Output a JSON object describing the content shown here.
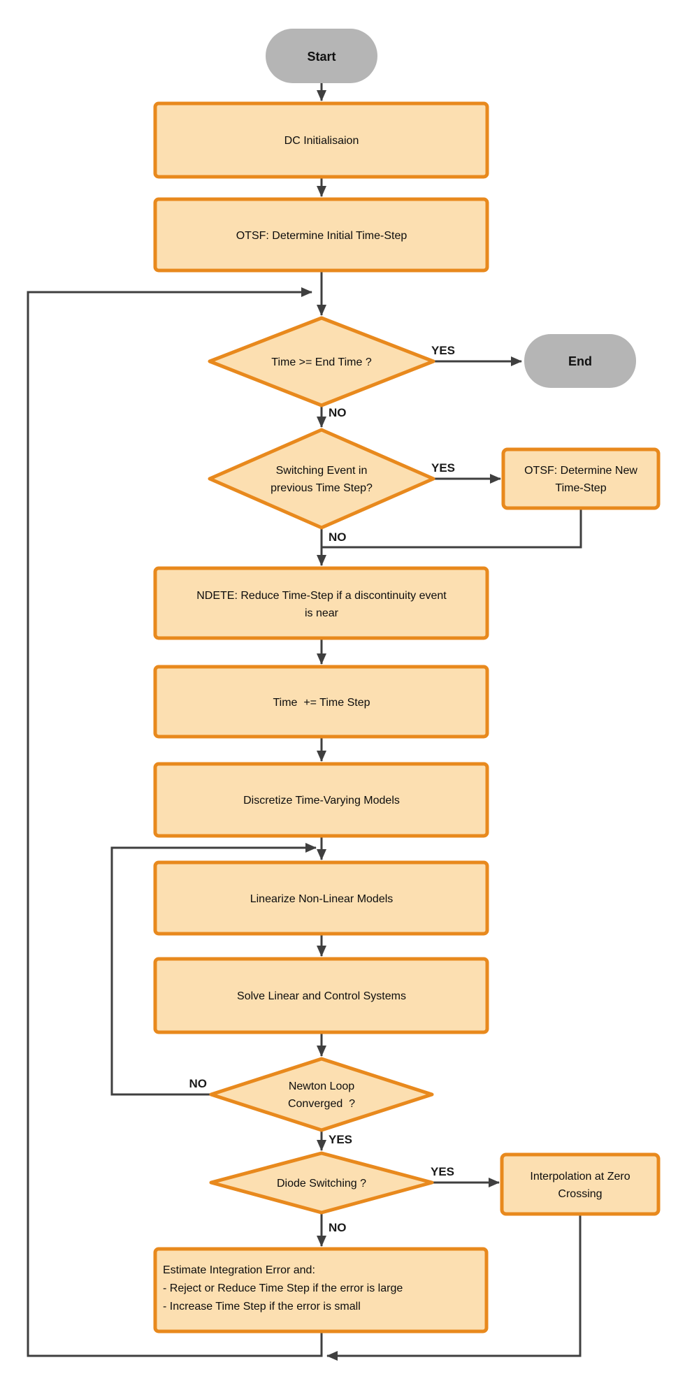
{
  "colors": {
    "process_fill": "#FCDFB1",
    "process_stroke": "#E8891D",
    "terminator_fill": "#B5B5B5",
    "connector": "#3F3F3F",
    "text": "#0D0D0D"
  },
  "nodes": {
    "start": {
      "label": "Start"
    },
    "dc_init": {
      "label": "DC Initialisaion"
    },
    "otsf_initial": {
      "label": "OTSF: Determine Initial Time-Step"
    },
    "time_check": {
      "label": "Time >= End Time ?"
    },
    "end": {
      "label": "End"
    },
    "switching_event": {
      "line1": "Switching Event in",
      "line2": "previous Time Step?"
    },
    "otsf_new": {
      "line1": "OTSF: Determine New",
      "line2": "Time-Step"
    },
    "ndete": {
      "line1": "NDETE: Reduce Time-Step if a discontinuity event",
      "line2": "is near"
    },
    "advance_time": {
      "label": "Time  += Time Step"
    },
    "discretize": {
      "label": "Discretize Time-Varying Models"
    },
    "linearize": {
      "label": "Linearize Non-Linear Models"
    },
    "solve": {
      "label": "Solve Linear and Control Systems"
    },
    "newton_check": {
      "line1": "Newton Loop",
      "line2": "Converged  ?"
    },
    "diode_check": {
      "label": "Diode Switching ?"
    },
    "interpolation": {
      "line1": "Interpolation at Zero",
      "line2": "Crossing"
    },
    "estimate": {
      "line1": "Estimate Integration Error and:",
      "line2": "- Reject or Reduce Time Step if the error is large",
      "line3": "- Increase Time Step if the error is small"
    }
  },
  "edge_labels": {
    "time_check_yes": "YES",
    "time_check_no": "NO",
    "switching_yes": "YES",
    "switching_no": "NO",
    "newton_no": "NO",
    "newton_yes": "YES",
    "diode_yes": "YES",
    "diode_no": "NO"
  }
}
